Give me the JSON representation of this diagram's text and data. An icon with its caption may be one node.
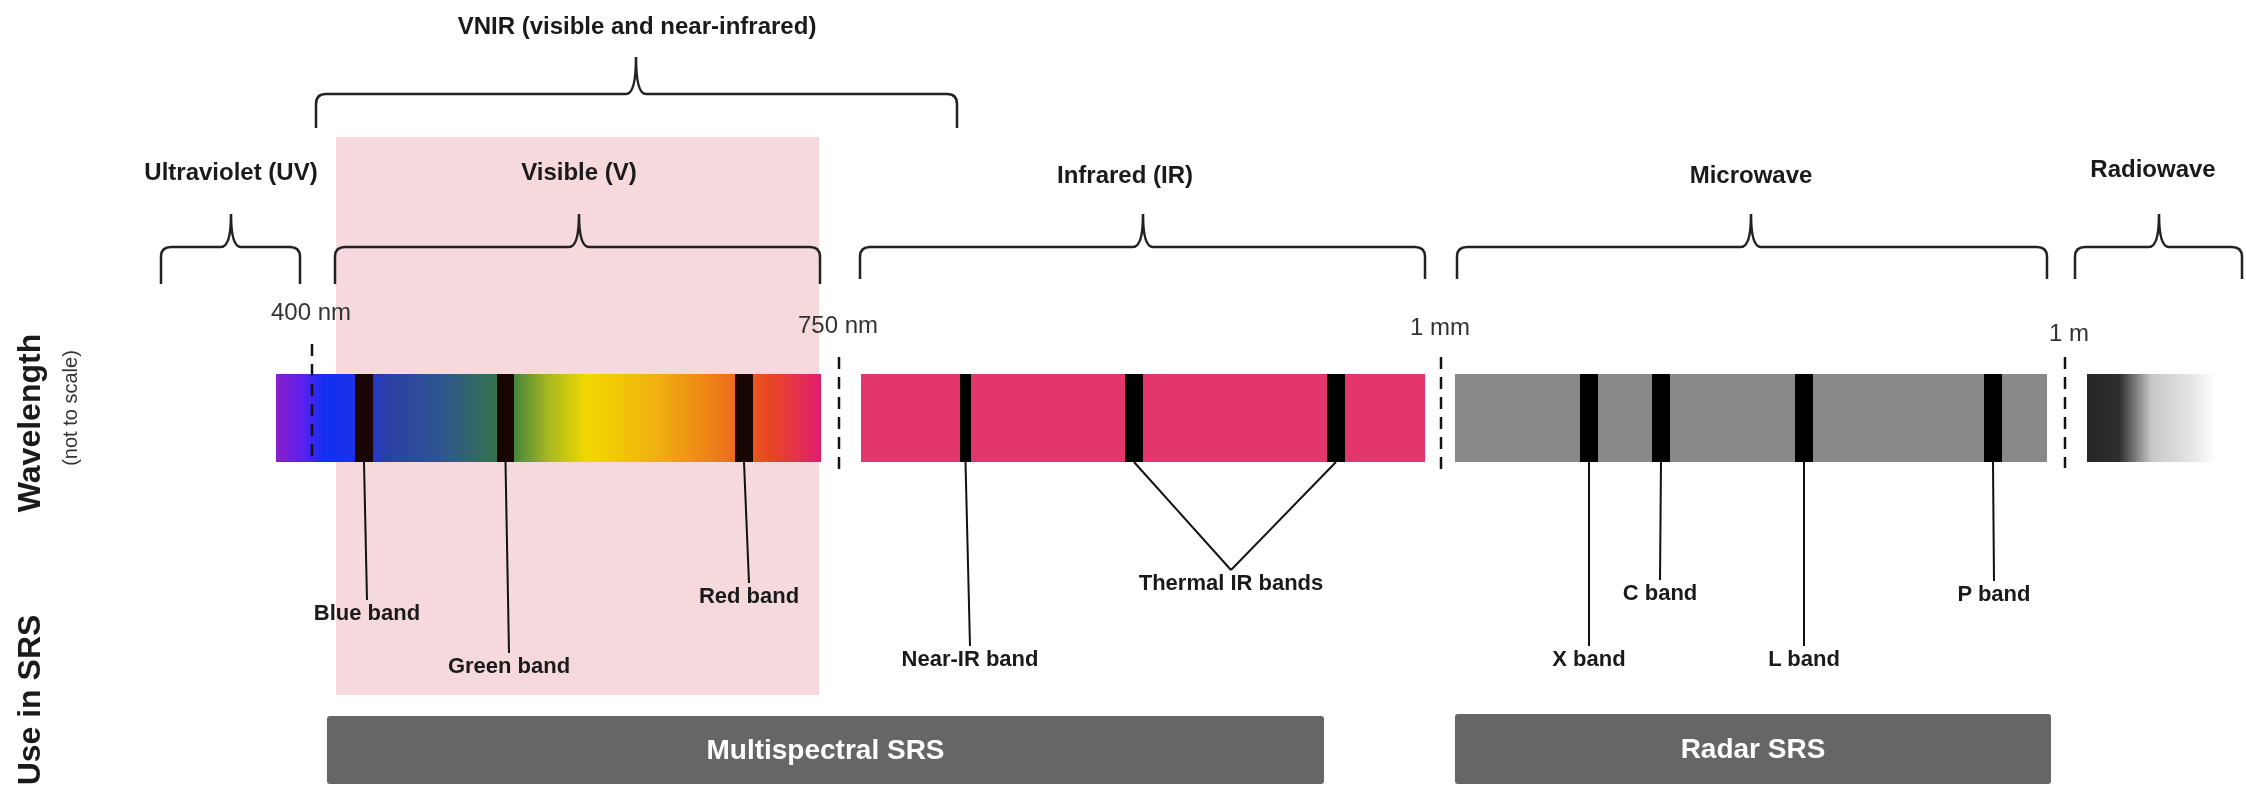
{
  "diagram": {
    "nodes": [
      {
        "text": [],
        "shape": "bar"
      },
      {
        "text": [],
        "shape": "bar"
      },
      {
        "text": [],
        "shape": "bar"
      },
      {
        "text": [],
        "shape": "bar"
      },
      {
        "text": [],
        "shape": "bar"
      },
      {
        "text": [],
        "shape": "bar"
      },
      {
        "text": [],
        "shape": "bar"
      },
      {
        "text": [],
        "shape": "bar"
      },
      {
        "text": [],
        "shape": "bar"
      },
      {
        "text": [],
        "shape": "bar"
      },
      {
        "text": [
          "Blue band"
        ]
      },
      {
        "text": [
          "Red band"
        ]
      },
      {
        "text": [
          "Green band"
        ]
      },
      {
        "text": [
          "Thermal IR bands"
        ]
      },
      {
        "text": [
          "Near-IR band"
        ]
      },
      {
        "text": [
          "C band"
        ]
      },
      {
        "text": [
          "P band"
        ]
      },
      {
        "text": [
          "X band"
        ]
      },
      {
        "text": [
          "L band"
        ]
      },
      {
        "text": [
          "Multispectral SRS"
        ]
      },
      {
        "text": [
          "Radar SRS"
        ]
      }
    ],
    "edges": [
      {
        "from": 10,
        "to": 0,
        "arrow": "none"
      },
      {
        "from": 12,
        "to": 1,
        "arrow": "none"
      },
      {
        "from": 11,
        "to": 2,
        "arrow": "none"
      },
      {
        "from": 14,
        "to": 3,
        "arrow": "none"
      },
      {
        "from": 13,
        "to": 4,
        "arrow": "none"
      },
      {
        "from": 13,
        "to": 5,
        "arrow": "none"
      },
      {
        "from": 17,
        "to": 6,
        "arrow": "none"
      },
      {
        "from": 15,
        "to": 7,
        "arrow": "none"
      },
      {
        "from": 18,
        "to": 8,
        "arrow": "none"
      },
      {
        "from": 16,
        "to": 9,
        "arrow": "none"
      }
    ],
    "labels": [
      "VNIR (visible and near-infrared)",
      "Ultraviolet (UV)",
      "Visible (V)",
      "Infrared (IR)",
      "Microwave",
      "Radiowave",
      "400 nm",
      "750 nm",
      "1 mm",
      "1 m",
      "Wavelength",
      "(not to scale)",
      "Use in SRS"
    ]
  }
}
